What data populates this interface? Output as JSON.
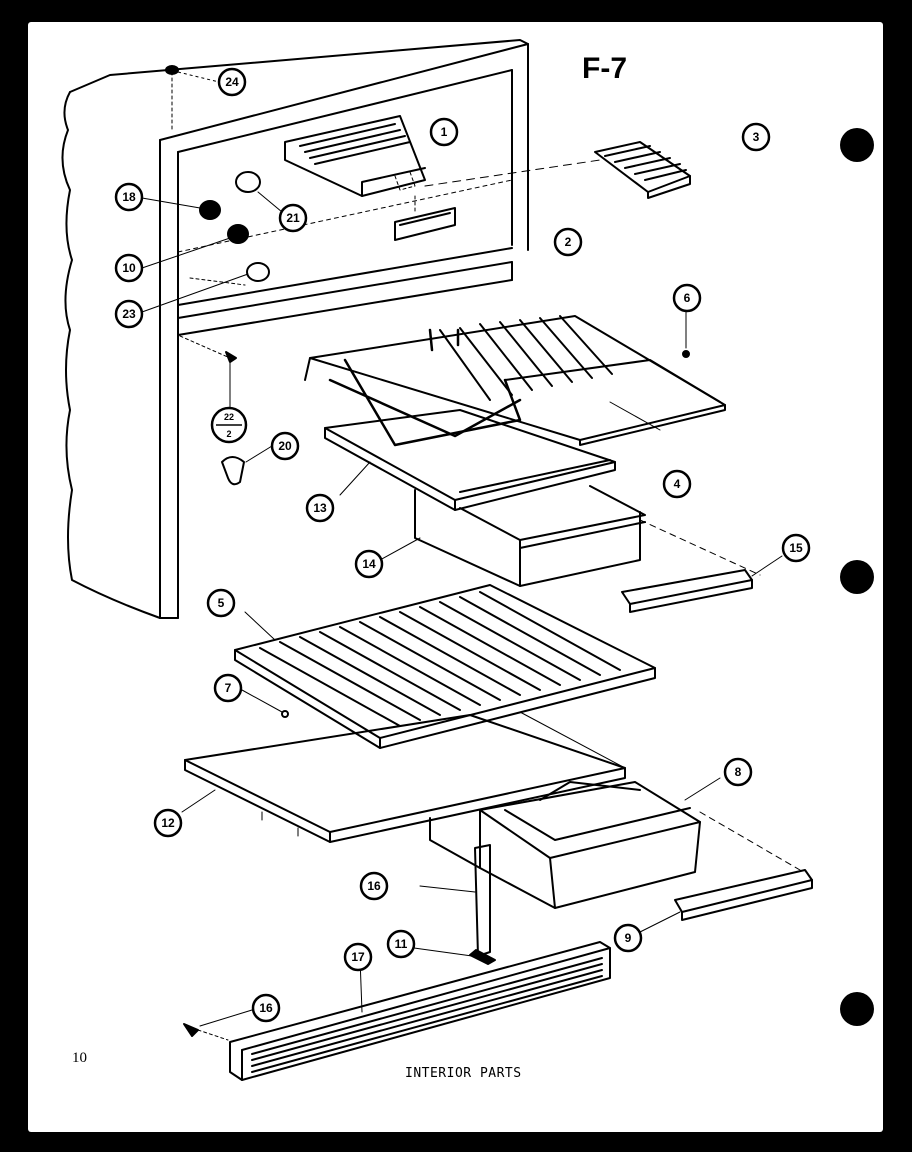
{
  "figure_label": "F-7",
  "page_number": "10",
  "caption": "INTERIOR PARTS",
  "callouts": [
    {
      "id": "c1",
      "label": "1"
    },
    {
      "id": "c2",
      "label": "2"
    },
    {
      "id": "c3",
      "label": "3"
    },
    {
      "id": "c4",
      "label": "4"
    },
    {
      "id": "c5",
      "label": "5"
    },
    {
      "id": "c6",
      "label": "6"
    },
    {
      "id": "c7",
      "label": "7"
    },
    {
      "id": "c8",
      "label": "8"
    },
    {
      "id": "c9",
      "label": "9"
    },
    {
      "id": "c10",
      "label": "10"
    },
    {
      "id": "c11",
      "label": "11"
    },
    {
      "id": "c12",
      "label": "12"
    },
    {
      "id": "c13",
      "label": "13"
    },
    {
      "id": "c14",
      "label": "14"
    },
    {
      "id": "c15",
      "label": "15"
    },
    {
      "id": "c16a",
      "label": "16"
    },
    {
      "id": "c16b",
      "label": "16"
    },
    {
      "id": "c17",
      "label": "17"
    },
    {
      "id": "c18",
      "label": "18"
    },
    {
      "id": "c20",
      "label": "20"
    },
    {
      "id": "c21",
      "label": "21"
    },
    {
      "id": "c22_top",
      "label": "22"
    },
    {
      "id": "c22_bottom",
      "label": "2"
    },
    {
      "id": "c23",
      "label": "23"
    },
    {
      "id": "c24",
      "label": "24"
    }
  ],
  "colors": {
    "ink": "#000000",
    "paper": "#ffffff",
    "background": "#000000"
  }
}
